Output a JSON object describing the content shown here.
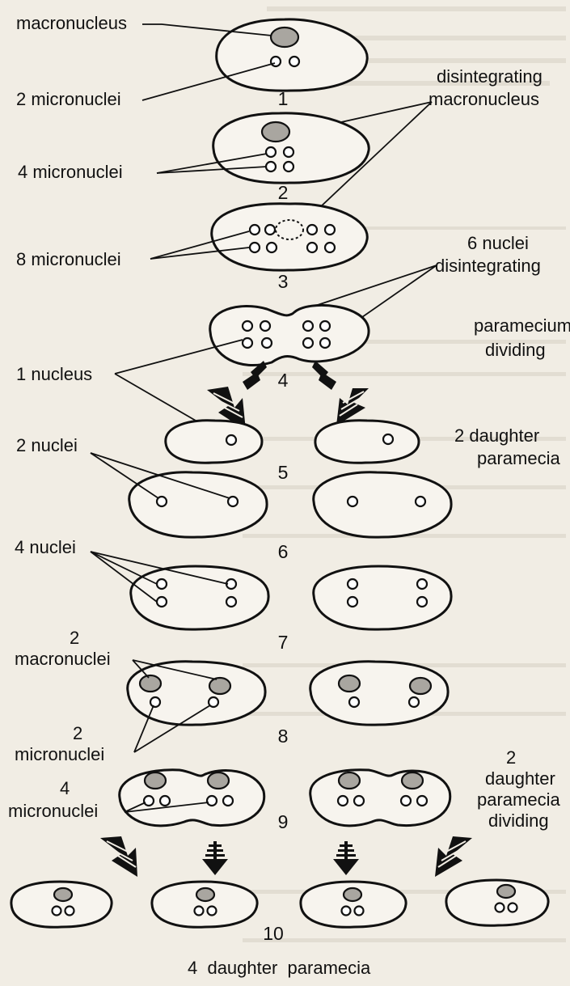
{
  "title": "",
  "colors": {
    "ink": "#111111",
    "macronucleus": "#a9a6a0",
    "paper": "#f1ede4"
  },
  "stage_numbers": [
    "1",
    "2",
    "3",
    "4",
    "5",
    "6",
    "7",
    "8",
    "9",
    "10"
  ],
  "labels": {
    "macronucleus": "macronucleus",
    "two_micronuclei": "2 micronuclei",
    "disintegrating_1": "disintegrating",
    "disintegrating_macro": "macronucleus",
    "four_micronuclei": "4 micronuclei",
    "eight_micronuclei": "8 micronuclei",
    "six_nuclei_1": "6 nuclei",
    "six_nuclei_2": "disintegrating",
    "paramecium_1": "paramecium",
    "paramecium_2": "dividing",
    "one_nucleus": "1 nucleus",
    "two_daughter_1": "2 daughter",
    "two_daughter_2": "paramecia",
    "two_nuclei": "2 nuclei",
    "four_nuclei": "4 nuclei",
    "two_macronuclei_1": "2",
    "two_macronuclei_2": "macronuclei",
    "two_micronuclei_8_1": "2",
    "two_micronuclei_8_2": "micronuclei",
    "four_micro_9_1": "4",
    "four_micro_9_2": "micronuclei",
    "daughter_div_1": "2",
    "daughter_div_2": "daughter",
    "daughter_div_3": "paramecia",
    "daughter_div_4": "dividing",
    "final": "4  daughter  paramecia"
  }
}
